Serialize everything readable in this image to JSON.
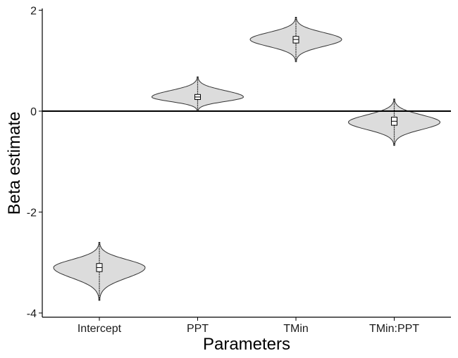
{
  "chart_data": {
    "type": "violin",
    "xlabel": "Parameters",
    "ylabel": "Beta estimate",
    "categories": [
      "Intercept",
      "PPT",
      "TMin",
      "TMin:PPT"
    ],
    "y_ticks": [
      -4,
      -2,
      0,
      2
    ],
    "y_tick_labels": [
      "-4",
      "-2",
      "0",
      "2"
    ],
    "ylim": [
      -4.1,
      2.1
    ],
    "reference_line": 0,
    "violins": [
      {
        "category": "Intercept",
        "median": -3.1,
        "q1": -3.18,
        "q3": -3.02,
        "min": -3.75,
        "max": -2.6,
        "mode": -3.1
      },
      {
        "category": "PPT",
        "median": 0.28,
        "q1": 0.23,
        "q3": 0.33,
        "min": 0.0,
        "max": 0.68,
        "mode": 0.28
      },
      {
        "category": "TMin",
        "median": 1.42,
        "q1": 1.35,
        "q3": 1.48,
        "min": 0.98,
        "max": 1.86,
        "mode": 1.42
      },
      {
        "category": "TMin:PPT",
        "median": -0.2,
        "q1": -0.28,
        "q3": -0.12,
        "min": -0.68,
        "max": 0.24,
        "mode": -0.22
      }
    ],
    "grid": false,
    "colors": {
      "violin_fill": "#dcdcdc",
      "violin_stroke": "#333333",
      "box_fill": "#ffffff",
      "axis": "#000000"
    }
  }
}
